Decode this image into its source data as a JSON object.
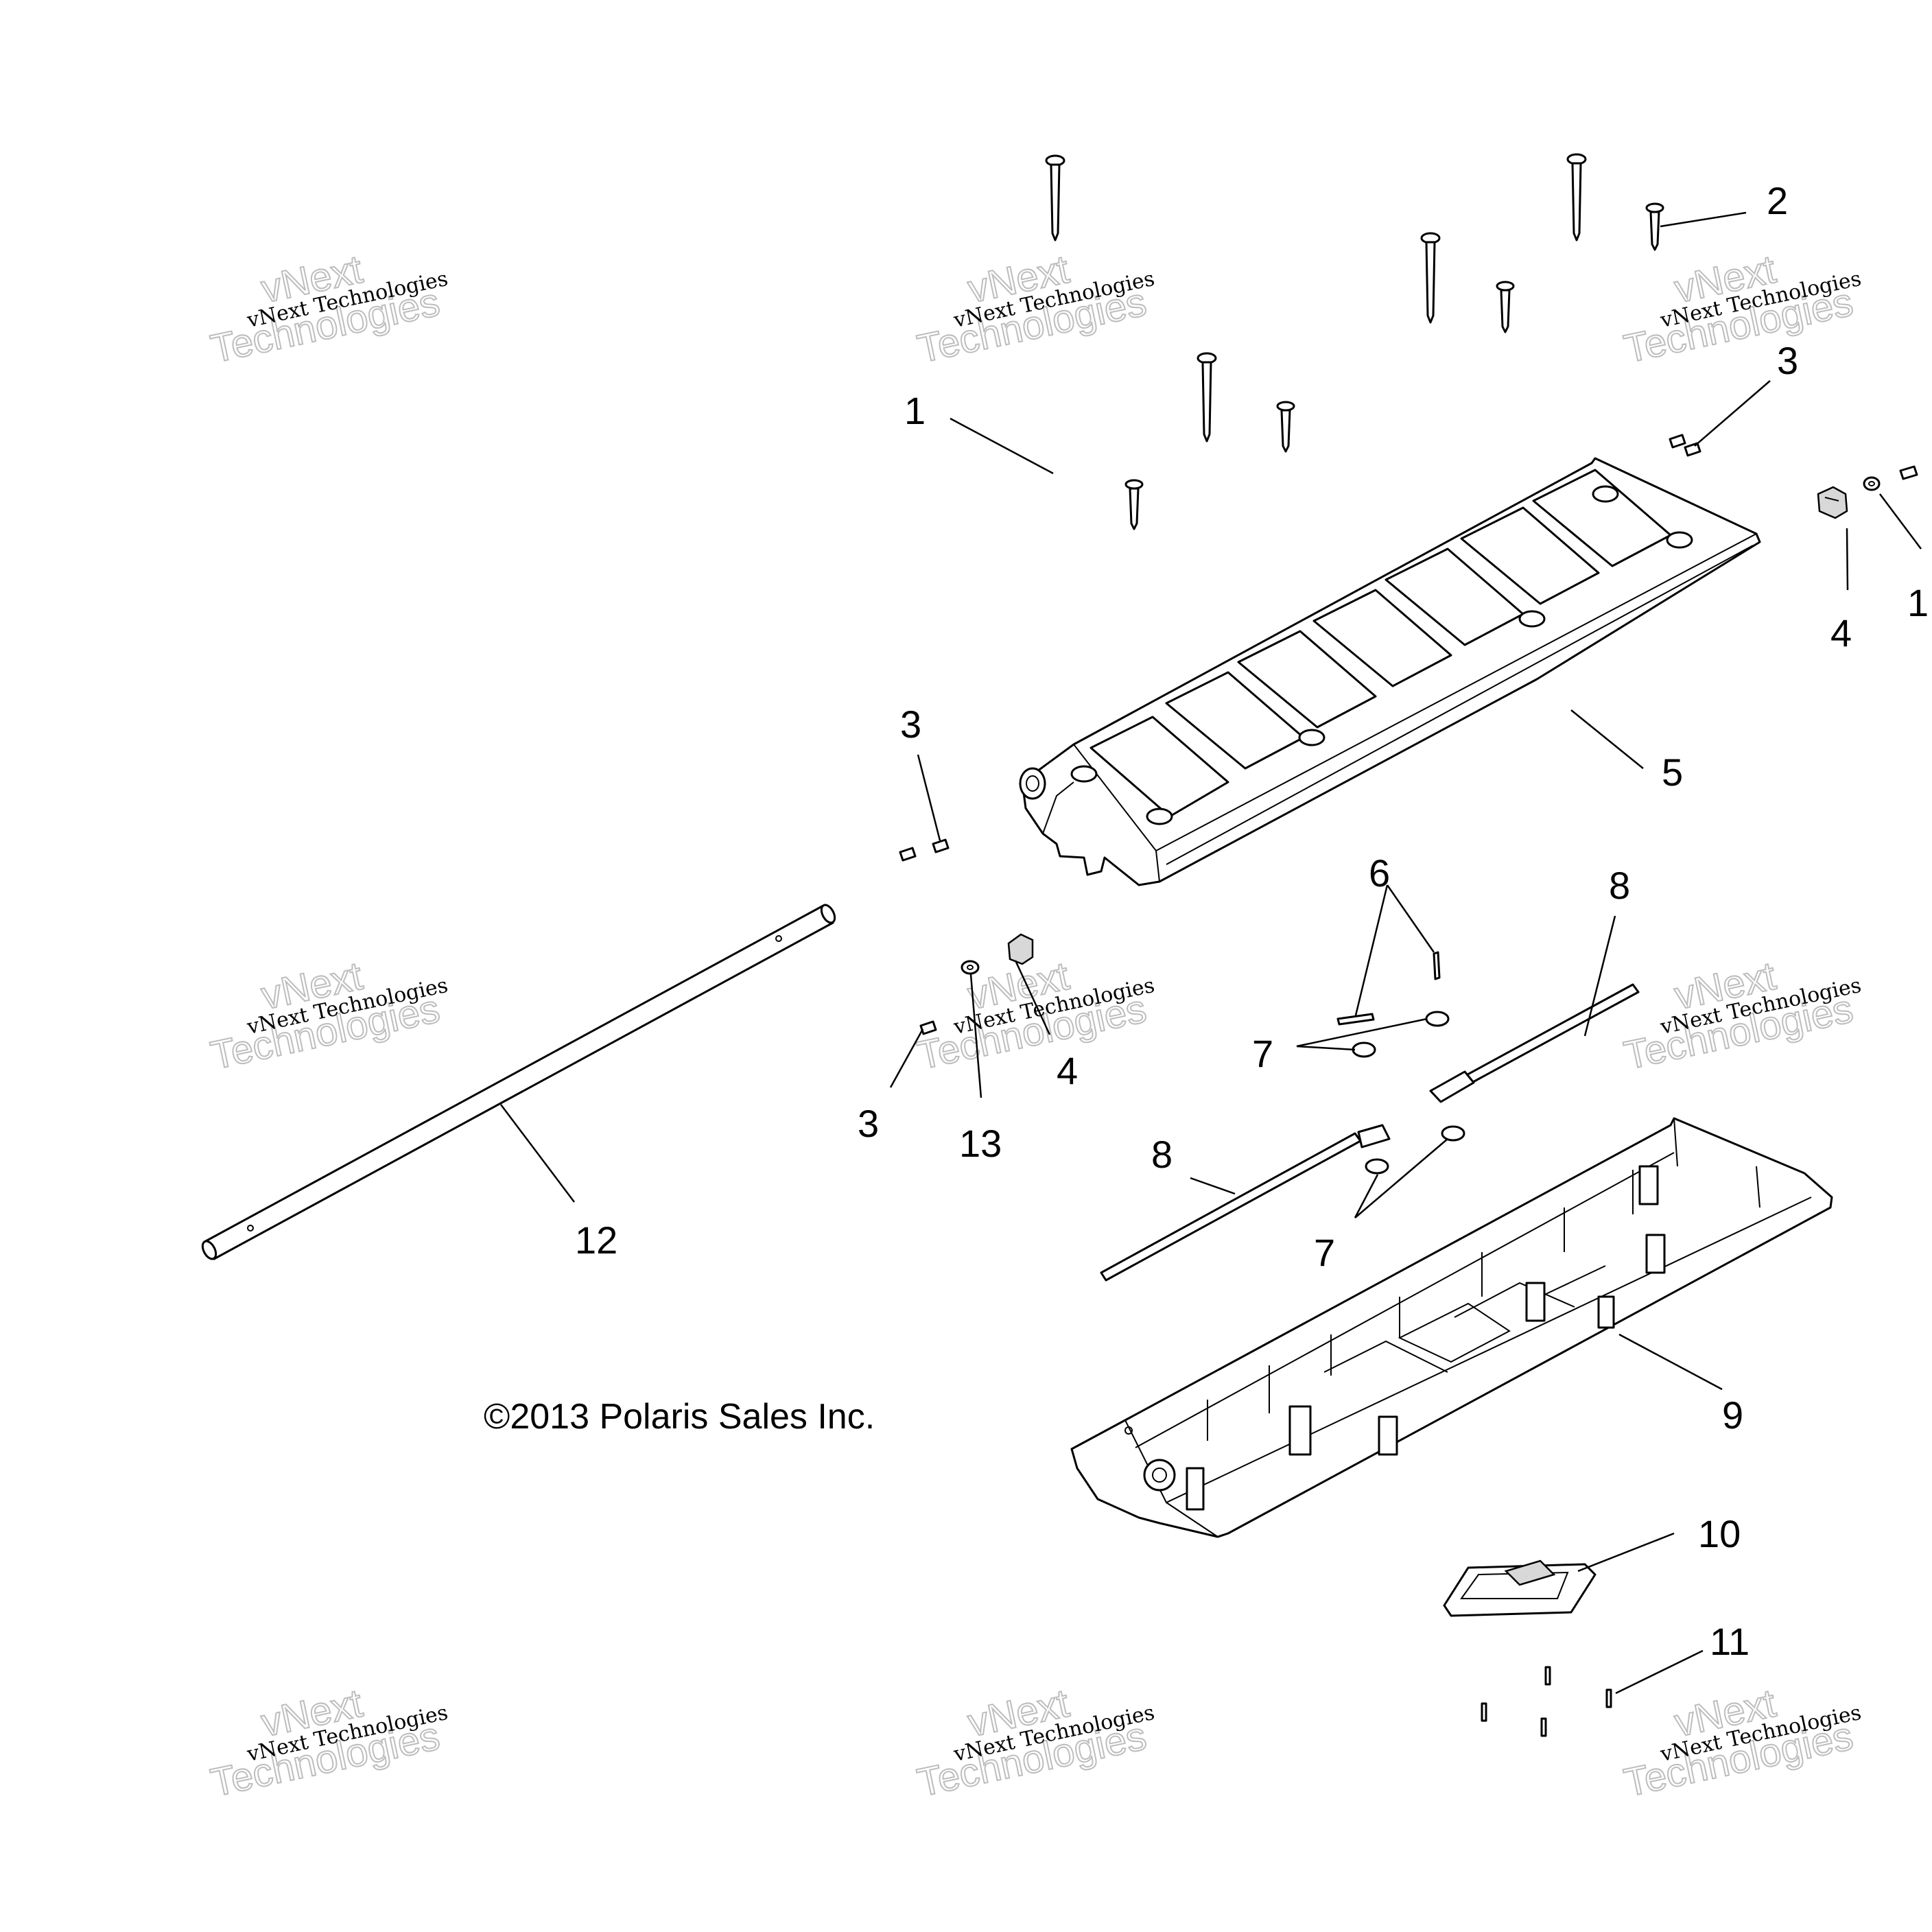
{
  "copyright": "©2013 Polaris Sales Inc.",
  "watermark": {
    "line1": "vNext Technologies",
    "line2": "vNext",
    "line3": "Technologies"
  },
  "callouts": {
    "c1": "1",
    "c2": "2",
    "c3a": "3",
    "c3b": "3",
    "c3c": "3",
    "c4a": "4",
    "c4b": "4",
    "c5": "5",
    "c6": "6",
    "c7a": "7",
    "c7b": "7",
    "c8a": "8",
    "c8b": "8",
    "c9": "9",
    "c10": "10",
    "c11": "11",
    "c12": "12",
    "c13a": "13",
    "c13b": "1"
  }
}
